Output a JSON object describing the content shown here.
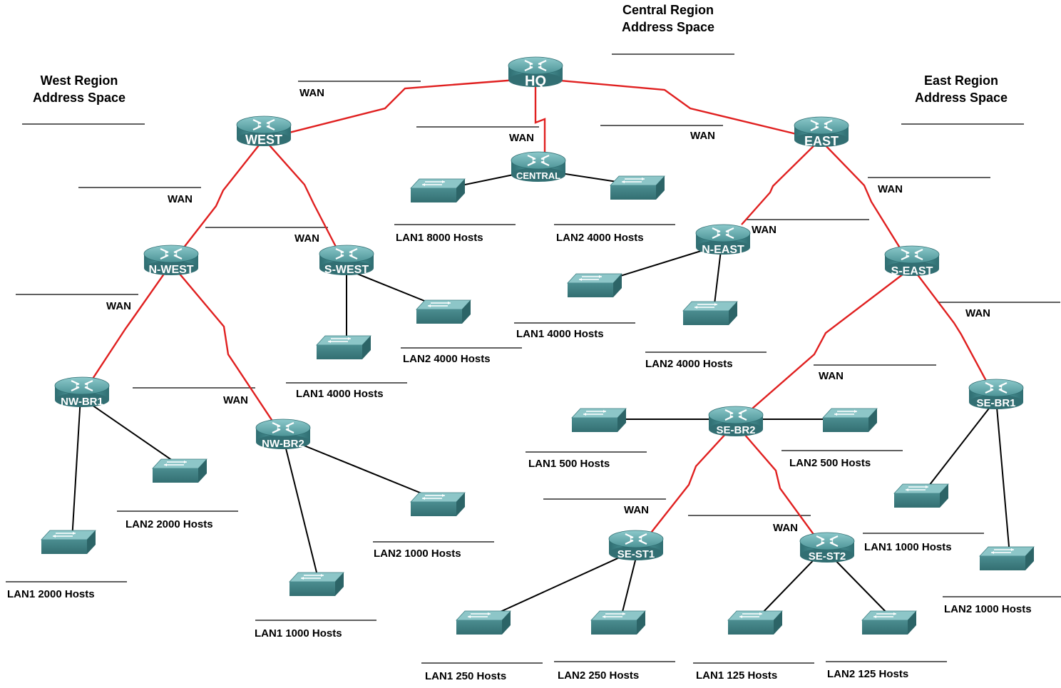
{
  "regions": {
    "central": [
      "Central Region",
      "Address Space"
    ],
    "west": [
      "West Region",
      "Address Space"
    ],
    "east": [
      "East Region",
      "Address Space"
    ]
  },
  "wan_label": "WAN",
  "routers": {
    "hq": "HQ",
    "west": "WEST",
    "east": "EAST",
    "central": "CENTRAL",
    "n_west": "N-WEST",
    "s_west": "S-WEST",
    "n_east": "N-EAST",
    "s_east": "S-EAST",
    "nw_br1": "NW-BR1",
    "nw_br2": "NW-BR2",
    "se_br1": "SE-BR1",
    "se_br2": "SE-BR2",
    "se_st1": "SE-ST1",
    "se_st2": "SE-ST2"
  },
  "lans": {
    "central_lan1": "LAN1 8000 Hosts",
    "central_lan2": "LAN2 4000 Hosts",
    "swest_lan1": "LAN1 4000 Hosts",
    "swest_lan2": "LAN2 4000 Hosts",
    "neast_lan1": "LAN1 4000 Hosts",
    "neast_lan2": "LAN2 4000 Hosts",
    "nwbr1_lan1": "LAN1 2000 Hosts",
    "nwbr1_lan2": "LAN2 2000 Hosts",
    "nwbr2_lan1": "LAN1 1000 Hosts",
    "nwbr2_lan2": "LAN2 1000 Hosts",
    "sebr2_lan1": "LAN1 500 Hosts",
    "sebr2_lan2": "LAN2 500 Hosts",
    "sebr1_lan1": "LAN1 1000 Hosts",
    "sebr1_lan2": "LAN2 1000 Hosts",
    "sest1_lan1": "LAN1 250 Hosts",
    "sest1_lan2": "LAN2 250 Hosts",
    "sest2_lan1": "LAN1 125 Hosts",
    "sest2_lan2": "LAN2 125 Hosts"
  },
  "colors": {
    "wan_link": "#e02020",
    "lan_link": "#000000",
    "device": "#4f9a9d"
  }
}
